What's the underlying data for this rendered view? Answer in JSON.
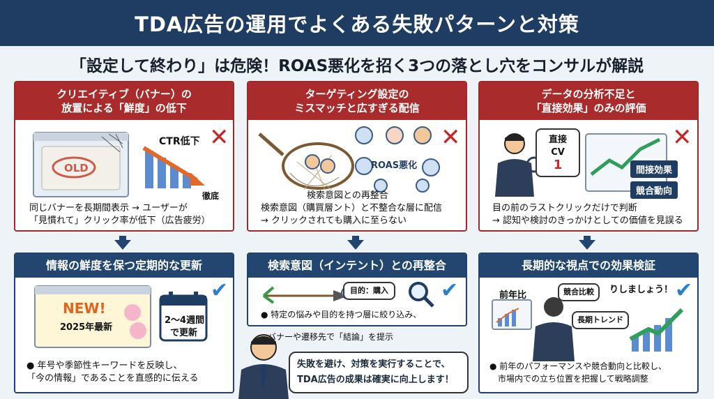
{
  "header": {
    "title": "TDA広告の運用でよくある失敗パターンと対策"
  },
  "subtitle": "「設定して終わり」は危険！ROAS悪化を招く3つの落とし穴をコンサルが解説",
  "problems": [
    {
      "title_line1": "クリエイティブ（バナー）の",
      "title_line2": "放置による「鮮度」の低下",
      "labels": {
        "ctr": "CTR低下",
        "old": "OLD",
        "bottom": "徹底"
      },
      "desc_line1": "同じバナーを長期間表示 → ユーザーが",
      "desc_line2": "「見慣れて」クリック率が低下（広告疲労）"
    },
    {
      "title_line1": "ターゲティング設定の",
      "title_line2": "ミスマッチと広すぎる配信",
      "labels": {
        "roas": "ROAS悪化",
        "top": "検索意図との再整合"
      },
      "desc_line1": "検索意図（購買層ント）と不整合な層に配信",
      "desc_line2": "→ クリックされても購入に至らない"
    },
    {
      "title_line1": "データの分析不足と",
      "title_line2": "「直接効果」のみの評価",
      "labels": {
        "direct_cv": "直接CV",
        "direct_cv_num": "1",
        "indirect": "間接効果",
        "competitor": "競合動向"
      },
      "desc_line1": "目の前のラストクリックだけで判断",
      "desc_line2": "→ 認知や検討のきっかけとしての価値を見誤る"
    }
  ],
  "solutions": [
    {
      "title": "情報の鮮度を保つ定期的な更新",
      "labels": {
        "new": "NEW!",
        "year": "2025年最新",
        "cycle_line1": "2〜4週間",
        "cycle_line2": "で更新"
      },
      "desc_line1": "● 年号や季節性キーワードを反映し、",
      "desc_line2": "「今の情報」であることを直感的に伝える"
    },
    {
      "title": "検索意図（インテント）との再整合",
      "labels": {
        "purpose": "目的：購入"
      },
      "desc_line1": "● 特定の悩みや目的を持つ層に絞り込み、",
      "desc_line2": "バナーや遷移先で「結論」を提示"
    },
    {
      "title": "長期的な視点での効果検証",
      "labels": {
        "yoy": "前年比",
        "competitor_compare": "競合比較",
        "long_trend": "長期トレンド",
        "shout": "りしましょう！"
      },
      "desc_line1": "● 前年のパフォーマンスや競合動向と比較し、",
      "desc_line2": "市場内での立ち位置を把握して戦略調整"
    }
  ],
  "conclusion": {
    "line1": "失敗を避け、対策を実行することで、",
    "line2": "TDA広告の成果は確実に向上します！"
  },
  "colors": {
    "navy": "#1f3d63",
    "red": "#a92b2b",
    "check_blue": "#2a7fd0"
  }
}
